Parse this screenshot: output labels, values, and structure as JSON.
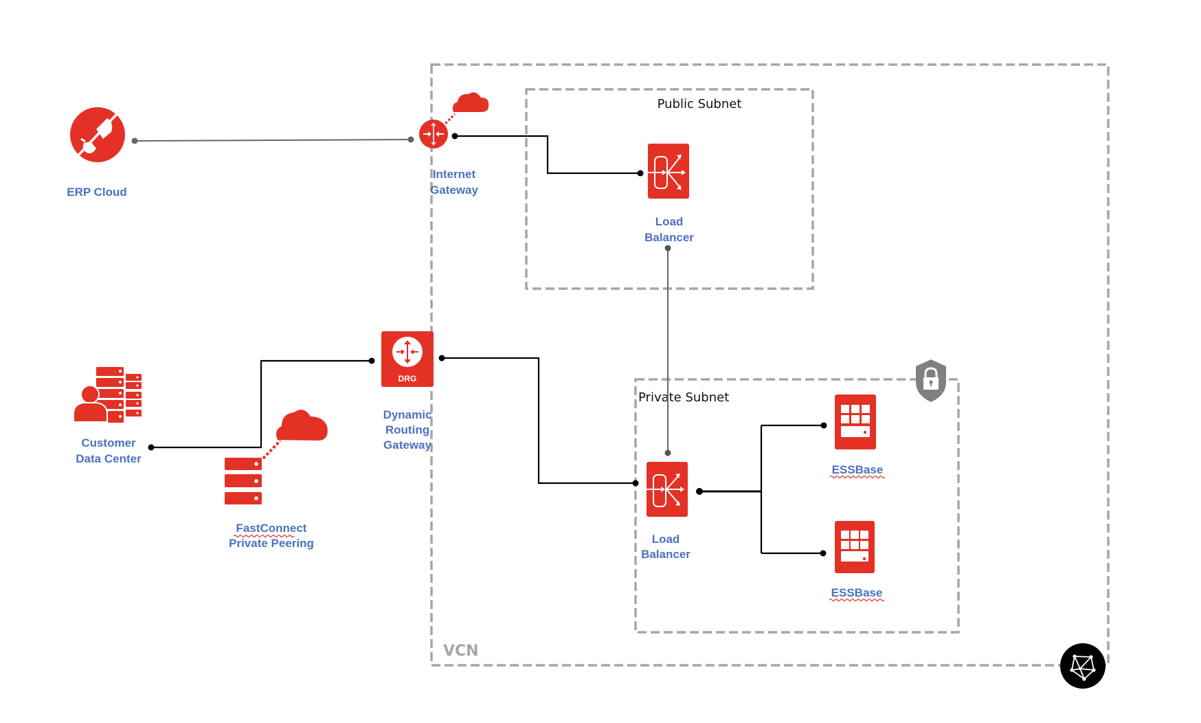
{
  "diagram": {
    "colors": {
      "accent": "#e33125",
      "label": "#4a72c0",
      "boundary": "#a6a6a6",
      "security": "#808080"
    },
    "containers": {
      "vcn": {
        "label": "VCN"
      },
      "public_subnet": {
        "label": "Public Subnet"
      },
      "private_subnet": {
        "label": "Private Subnet",
        "badge_icon": "security-shield-lock-icon"
      }
    },
    "nodes": {
      "erp_cloud": {
        "icon": "plug-icon",
        "label_lines": [
          "ERP Cloud"
        ]
      },
      "internet_gateway": {
        "icon": "router-icon",
        "label_lines": [
          "Internet",
          "Gateway"
        ]
      },
      "public_lb": {
        "icon": "load-balancer-icon",
        "label_lines": [
          "Load",
          "Balancer"
        ]
      },
      "customer_dc": {
        "icon": "user-server-icon",
        "label_lines": [
          "Customer",
          "Data Center"
        ]
      },
      "fastconnect": {
        "icon": "server-cloud-icon",
        "label_lines": [
          "FastConnect",
          "Private Peering"
        ]
      },
      "drg": {
        "icon": "drg-icon",
        "icon_text": "DRG",
        "label_lines": [
          "Dynamic",
          "Routing",
          "Gateway"
        ]
      },
      "private_lb": {
        "icon": "load-balancer-icon",
        "label_lines": [
          "Load",
          "Balancer"
        ]
      },
      "essbase_1": {
        "icon": "database-grid-icon",
        "label_lines": [
          "ESSBase"
        ]
      },
      "essbase_2": {
        "icon": "database-grid-icon",
        "label_lines": [
          "ESSBase"
        ]
      }
    },
    "edges": [
      {
        "from": "erp_cloud",
        "to": "internet_gateway"
      },
      {
        "from": "internet_gateway",
        "to": "public_lb"
      },
      {
        "from": "public_lb",
        "to": "private_lb"
      },
      {
        "from": "customer_dc",
        "to": "drg"
      },
      {
        "from": "drg",
        "to": "private_lb"
      },
      {
        "from": "private_lb",
        "to": "essbase_1"
      },
      {
        "from": "private_lb",
        "to": "essbase_2"
      }
    ],
    "corner_icon": "vcn-network-icon"
  }
}
